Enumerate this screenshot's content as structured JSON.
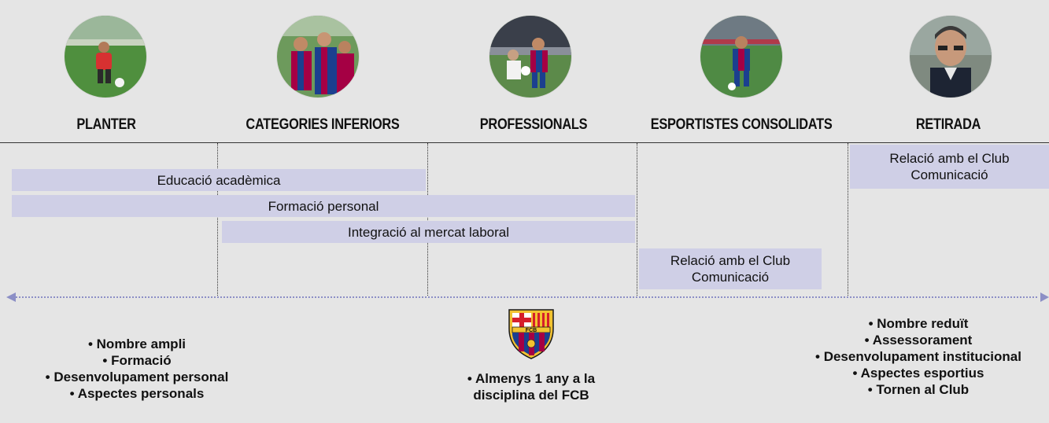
{
  "stages": [
    {
      "label": "PLANTER"
    },
    {
      "label": "CATEGORIES INFERIORS"
    },
    {
      "label": "PROFESSIONALS"
    },
    {
      "label": "ESPORTISTES CONSOLIDATS"
    },
    {
      "label": "RETIRADA"
    }
  ],
  "bars": {
    "educacio": "Educació acadèmica",
    "formacio": "Formació personal",
    "integracio": "Integració al mercat laboral",
    "relacio_consolidats_line1": "Relació amb el Club",
    "relacio_consolidats_line2": "Comunicació",
    "relacio_retirada_line1": "Relació amb el Club",
    "relacio_retirada_line2": "Comunicació"
  },
  "left_list": [
    "• Nombre ampli",
    "• Formació",
    "• Desenvolupament personal",
    "• Aspectes personals"
  ],
  "center_list": [
    "• Almenys 1 any a la",
    "disciplina del FCB"
  ],
  "right_list": [
    "• Nombre reduït",
    "• Assessorament",
    "• Desenvolupament institucional",
    "• Aspectes esportius",
    "• Tornen al Club"
  ],
  "crest": {
    "text": "FCB"
  },
  "colors": {
    "background": "#e5e5e5",
    "bar_fill": "#cfcfe6",
    "timeline": "#8c8fc6",
    "fcb_blue": "#1b3f8f",
    "fcb_garnet": "#a50044",
    "fcb_gold": "#f2c230"
  }
}
